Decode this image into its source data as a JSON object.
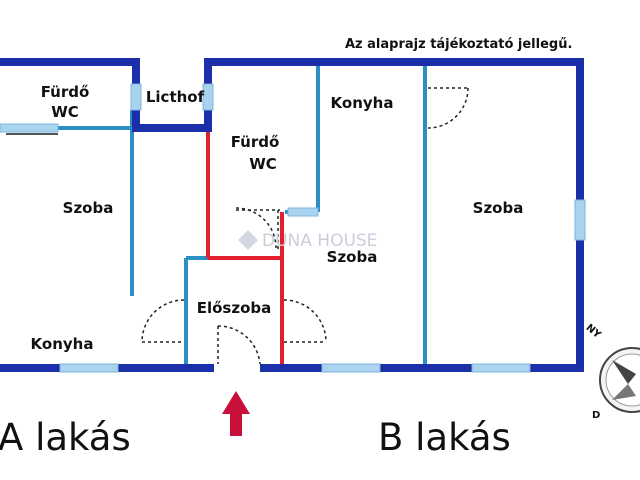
{
  "note": "Az alaprajz tájékoztató jellegű.",
  "rooms": {
    "a_bath_line1": "Fürdő",
    "a_bath_line2": "WC",
    "lightwell": "Licthof",
    "a_room": "Szoba",
    "a_kitchen": "Konyha",
    "hall": "Előszoba",
    "b_bath_line1": "Fürdő",
    "b_bath_line2": "WC",
    "b_kitchen": "Konyha",
    "b_room_mid": "Szoba",
    "b_room_right": "Szoba"
  },
  "apartments": {
    "a": "A lakás",
    "b": "B lakás"
  },
  "compass": {
    "north": "NY",
    "south": "D"
  },
  "watermark": "DUNA HOUSE",
  "colors": {
    "outer_wall": "#1a2fa8",
    "inner_wall": "#2a8fc4",
    "red_wall": "#e21f2d",
    "window": "#a9d3ee",
    "entrance_arrow": "#c8103a"
  }
}
